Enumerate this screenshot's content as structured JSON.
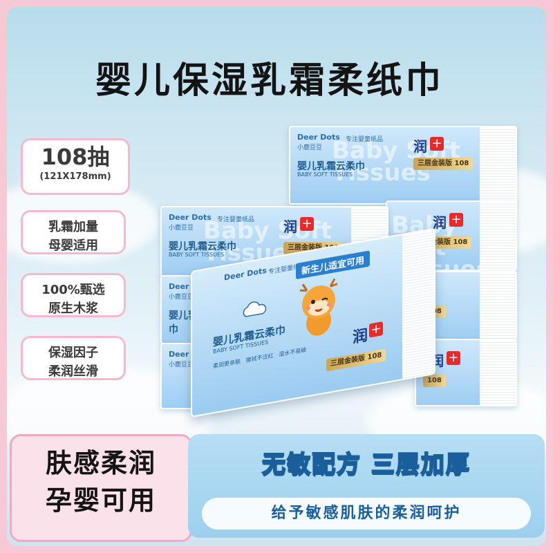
{
  "title": "婴儿保湿乳霜柔纸巾",
  "count": {
    "main": "108抽",
    "sub": "(121X178mm)"
  },
  "features": [
    {
      "line1": "乳霜加量",
      "line2": "母婴适用"
    },
    {
      "line1": "100%甄选",
      "line2": "原生木浆"
    },
    {
      "line1": "保湿因子",
      "line2": "柔润丝滑"
    }
  ],
  "pack": {
    "brand": "Deer Dots",
    "brand_cn": "小鹿豆豆",
    "tag": "专注婴童纸品",
    "name": "婴儿乳霜云柔巾",
    "name_en": "BABY SOFT TISSUES",
    "big_text": "Baby Soft Tissues",
    "run": "润",
    "plus": "+",
    "gold": "三层金装版",
    "gold_count": "108",
    "ribbon": "新生儿适宜可用",
    "icons": [
      "柔润更亲肤",
      "擦拭不泛红",
      "湿水不易破"
    ]
  },
  "bottom_left": {
    "line1": "肤感柔润",
    "line2": "孕婴可用"
  },
  "bottom_right": {
    "title": "无敏配方 三层加厚",
    "bar": "给予敏感肌肤的柔润呵护"
  },
  "colors": {
    "frame": "#f7c9d6",
    "pink_border": "#f3a9bf",
    "blue_text": "#1a5f9c",
    "red_badge": "#e62b2b"
  }
}
